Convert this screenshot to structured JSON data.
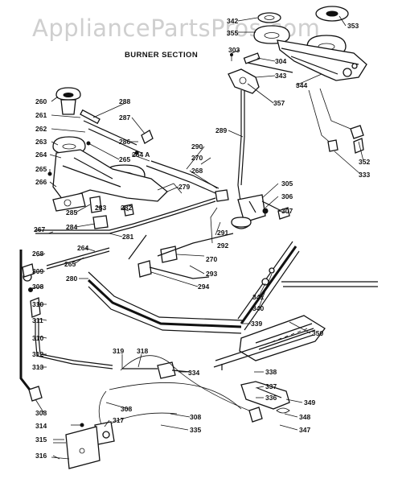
{
  "watermark": "AppliancePartsPros.com",
  "section_title": "BURNER SECTION",
  "callouts": [
    {
      "id": "342",
      "label": "342"
    },
    {
      "id": "355",
      "label": "355"
    },
    {
      "id": "353",
      "label": "353"
    },
    {
      "id": "303",
      "label": "303"
    },
    {
      "id": "304",
      "label": "304"
    },
    {
      "id": "343",
      "label": "343"
    },
    {
      "id": "344",
      "label": "344"
    },
    {
      "id": "357",
      "label": "357"
    },
    {
      "id": "352",
      "label": "352"
    },
    {
      "id": "333",
      "label": "333"
    },
    {
      "id": "260",
      "label": "260"
    },
    {
      "id": "261",
      "label": "261"
    },
    {
      "id": "262",
      "label": "262"
    },
    {
      "id": "263",
      "label": "263"
    },
    {
      "id": "264",
      "label": "264"
    },
    {
      "id": "265a",
      "label": "265"
    },
    {
      "id": "266",
      "label": "266"
    },
    {
      "id": "288",
      "label": "288"
    },
    {
      "id": "287",
      "label": "287"
    },
    {
      "id": "286",
      "label": "286"
    },
    {
      "id": "264A",
      "label": "264 A"
    },
    {
      "id": "265b",
      "label": "265"
    },
    {
      "id": "289",
      "label": "289"
    },
    {
      "id": "290",
      "label": "290"
    },
    {
      "id": "270a",
      "label": "270"
    },
    {
      "id": "268a",
      "label": "268"
    },
    {
      "id": "305",
      "label": "305"
    },
    {
      "id": "306",
      "label": "306"
    },
    {
      "id": "307",
      "label": "307"
    },
    {
      "id": "279",
      "label": "279"
    },
    {
      "id": "283",
      "label": "283"
    },
    {
      "id": "285",
      "label": "285"
    },
    {
      "id": "282",
      "label": "282"
    },
    {
      "id": "284",
      "label": "284"
    },
    {
      "id": "281",
      "label": "281"
    },
    {
      "id": "267",
      "label": "267"
    },
    {
      "id": "291",
      "label": "291"
    },
    {
      "id": "292",
      "label": "292"
    },
    {
      "id": "270b",
      "label": "270"
    },
    {
      "id": "293",
      "label": "293"
    },
    {
      "id": "294",
      "label": "294"
    },
    {
      "id": "268b",
      "label": "268"
    },
    {
      "id": "309",
      "label": "309"
    },
    {
      "id": "264b",
      "label": "264"
    },
    {
      "id": "265c",
      "label": "265"
    },
    {
      "id": "280",
      "label": "280"
    },
    {
      "id": "308a",
      "label": "308"
    },
    {
      "id": "310a",
      "label": "310"
    },
    {
      "id": "311",
      "label": "311"
    },
    {
      "id": "310b",
      "label": "310"
    },
    {
      "id": "312",
      "label": "312"
    },
    {
      "id": "341",
      "label": "341"
    },
    {
      "id": "340",
      "label": "340"
    },
    {
      "id": "339",
      "label": "339"
    },
    {
      "id": "350",
      "label": "350"
    },
    {
      "id": "319",
      "label": "319"
    },
    {
      "id": "318",
      "label": "318"
    },
    {
      "id": "313",
      "label": "313"
    },
    {
      "id": "334",
      "label": "334"
    },
    {
      "id": "338",
      "label": "338"
    },
    {
      "id": "337",
      "label": "337"
    },
    {
      "id": "336",
      "label": "336"
    },
    {
      "id": "349",
      "label": "349"
    },
    {
      "id": "308b",
      "label": "308"
    },
    {
      "id": "308c",
      "label": "308"
    },
    {
      "id": "308d",
      "label": "308"
    },
    {
      "id": "348",
      "label": "348"
    },
    {
      "id": "314",
      "label": "314"
    },
    {
      "id": "317",
      "label": "317"
    },
    {
      "id": "347",
      "label": "347"
    },
    {
      "id": "315",
      "label": "315"
    },
    {
      "id": "335",
      "label": "335"
    },
    {
      "id": "316",
      "label": "316"
    }
  ]
}
